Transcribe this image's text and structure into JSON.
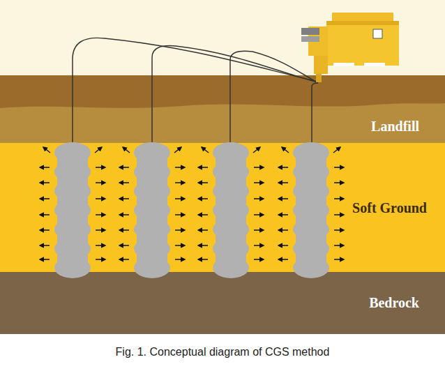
{
  "diagram": {
    "caption": "Fig. 1. Conceptual diagram of CGS method",
    "nodes": [
      {
        "text": [
          "Landfill"
        ]
      },
      {
        "text": [
          "Soft Ground"
        ]
      },
      {
        "text": [
          "Bedrock"
        ]
      }
    ]
  }
}
